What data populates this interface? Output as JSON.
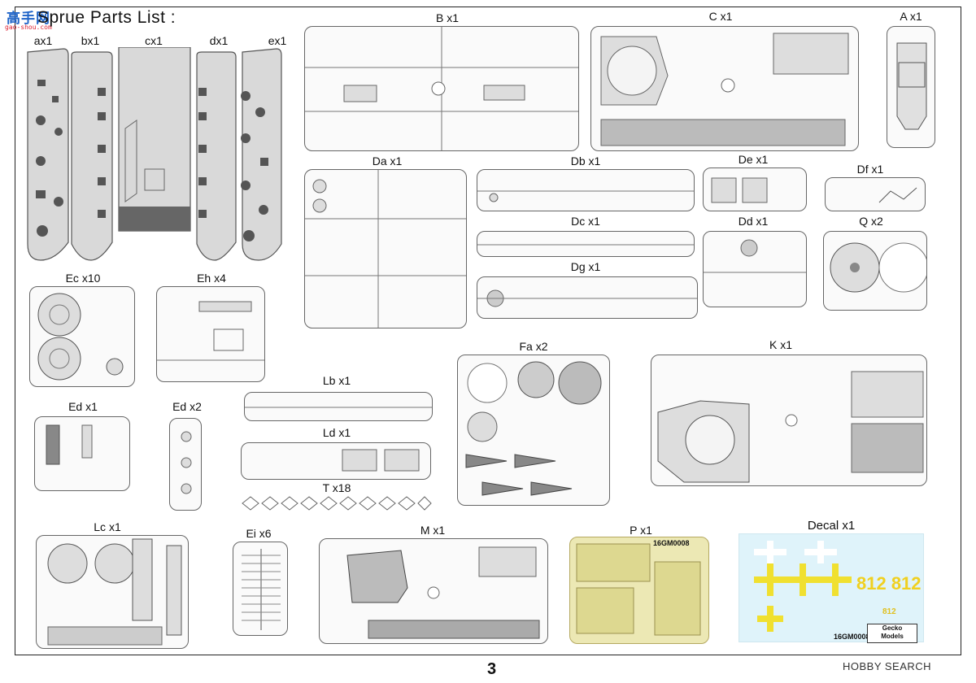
{
  "watermark": {
    "big": "高手网",
    "small": "gao-shou.com"
  },
  "page_title": "Sprue Parts List :",
  "labels": {
    "ax": "ax1",
    "bx": "bx1",
    "cx": "cx1",
    "dx": "dx1",
    "ex": "ex1",
    "B": "B x1",
    "C": "C x1",
    "A": "A x1",
    "Da": "Da x1",
    "Db": "Db x1",
    "De": "De x1",
    "Df": "Df x1",
    "Dc": "Dc x1",
    "Dd": "Dd x1",
    "Q": "Q x2",
    "Dg": "Dg x1",
    "Ec": "Ec x10",
    "Eh": "Eh x4",
    "Fa": "Fa x2",
    "K": "K x1",
    "Lb": "Lb x1",
    "Ed1": "Ed x1",
    "Ed2": "Ed x2",
    "Ld": "Ld x1",
    "T": "T x18",
    "Lc": "Lc x1",
    "Ei": "Ei x6",
    "M": "M x1",
    "P": "P x1",
    "Decal": "Decal  x1"
  },
  "decal": {
    "numbers": "812 812",
    "small_number": "812",
    "code": "16GM0008",
    "brand_line1": "Gecko",
    "brand_line2": "Models",
    "crosses_color": "#f0e030",
    "sheet_color": "#dff3fa"
  },
  "etch_code": "16GM0008",
  "page_number": "3",
  "footer": "HOBBY SEARCH"
}
